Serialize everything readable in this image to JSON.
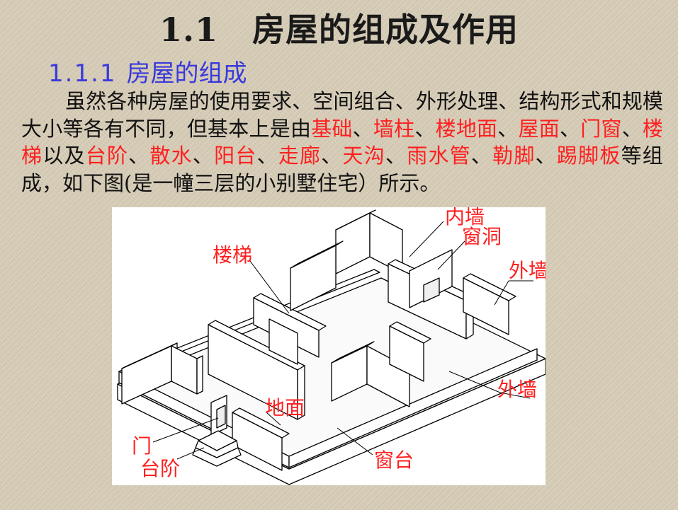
{
  "header": {
    "number": "1.1",
    "title": "房屋的组成及作用"
  },
  "section": {
    "number": "1.1.1",
    "title": "房屋的组成"
  },
  "paragraph": {
    "t0": "虽然各种房屋的使用要求、空间组合、外形处理、结构形式和规模大小等各有不同，但基本上是由",
    "h1": "基础",
    "t1": "、",
    "h2": "墙柱",
    "t2": "、",
    "h3": "楼地面",
    "t3": "、",
    "h4": "屋面",
    "t4": "、",
    "h5": "门窗",
    "t5": "、",
    "h6": "楼梯",
    "t6": "以及",
    "h7": "台阶",
    "t7": "、",
    "h8": "散水",
    "t8": "、",
    "h9": "阳台",
    "t9": "、",
    "h10": "走廊",
    "t10": "、",
    "h11": "天沟",
    "t11": "、",
    "h12": "雨水管",
    "t12": "、",
    "h13": "勒脚",
    "t13": "、",
    "h14": "踢脚板",
    "t14": "等组成，如下图(是一幢三层的小别墅住宅）所示。"
  },
  "figure_labels": {
    "inner_wall": "内墙",
    "window_opening": "窗洞",
    "stairs": "楼梯",
    "outer_wall_top": "外墙",
    "outer_wall_right": "外墙",
    "floor": "地面",
    "door": "门",
    "steps": "台阶",
    "windowsill": "窗台"
  },
  "colors": {
    "highlight": "#ff2020",
    "subtitle": "#3a3adb",
    "text": "#111111"
  }
}
